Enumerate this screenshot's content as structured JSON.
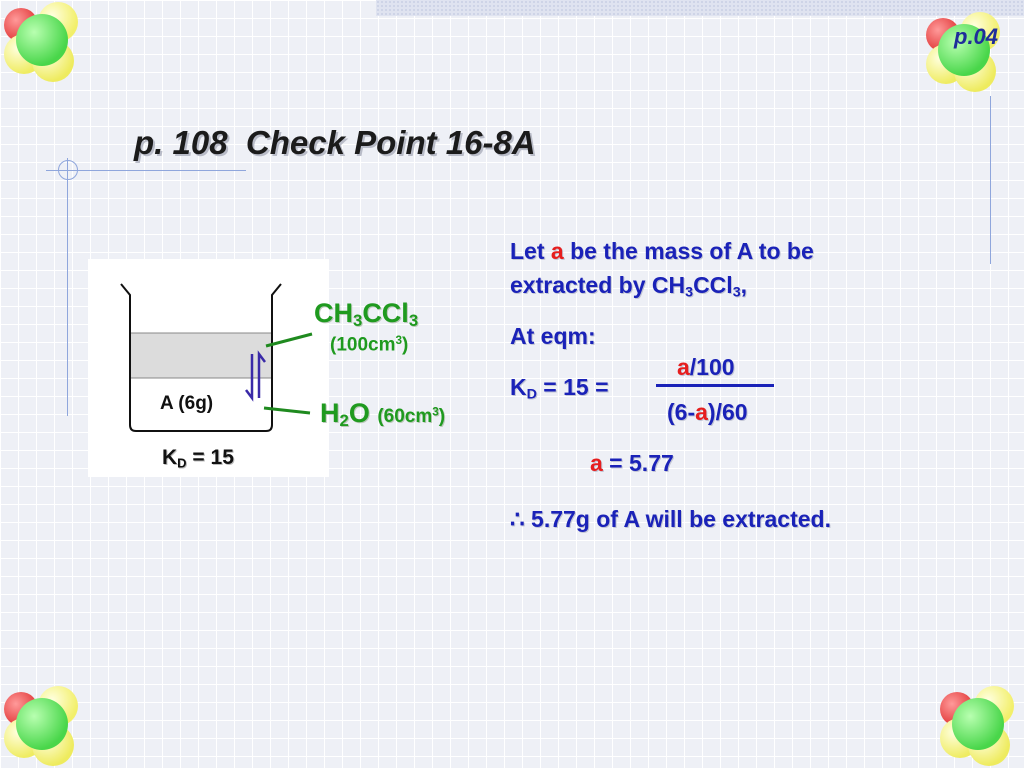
{
  "page": {
    "number": "p.04"
  },
  "title": "p. 108  Check Point 16-8A",
  "diagram": {
    "sample_label": "A (6g)",
    "kd_prefix": "K",
    "kd_sub": "D",
    "kd_value": " = 15",
    "upper_layer": {
      "formula_a": "CH",
      "sub_a": "3",
      "formula_b": "CCl",
      "sub_b": "3",
      "vol_a": "(100cm",
      "vol_sup": "3",
      "vol_b": ")"
    },
    "lower_layer": {
      "formula_a": "H",
      "sub_a": "2",
      "formula_b": "O ",
      "vol_a": "(60cm",
      "vol_sup": "3",
      "vol_b": ")"
    }
  },
  "solution": {
    "line1": {
      "a": "Let ",
      "var": "a",
      "b": " be the mass of A to be"
    },
    "line2": {
      "a": "extracted by CH",
      "sub1": "3",
      "b": "CCl",
      "sub2": "3",
      "c": ","
    },
    "line3": "At eqm:",
    "kd_line": {
      "k": "K",
      "sub": "D",
      "rest": " = 15 ="
    },
    "numerator": {
      "var": "a",
      "rest": "/100"
    },
    "denominator": {
      "pre": "(6-",
      "var": "a",
      "post": ")/60"
    },
    "result": {
      "var": "a",
      "rest": " = 5.77"
    },
    "conclusion": {
      "symbol": "∴",
      "text": " 5.77g of A will be extracted."
    }
  },
  "colors": {
    "text_blue": "#1a22b8",
    "variable_red": "#e61e1e",
    "label_green": "#1f9a1f"
  }
}
